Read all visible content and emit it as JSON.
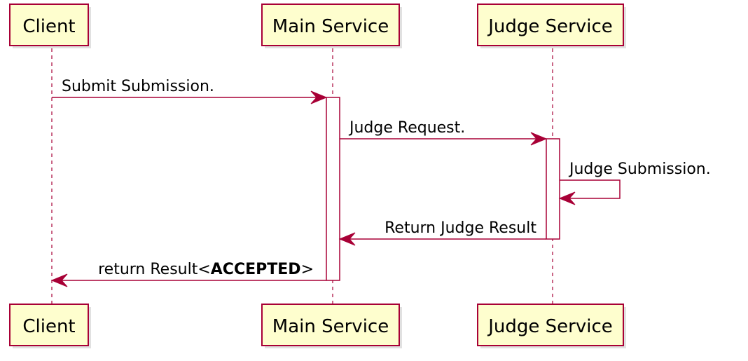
{
  "participants": {
    "client": "Client",
    "main": "Main Service",
    "judge": "Judge Service"
  },
  "messages": {
    "m1": "Submit Submission.",
    "m2": "Judge Request.",
    "m3": "Judge Submission.",
    "m4": "Return Judge Result",
    "m5_prefix": "return Result<",
    "m5_bold": "ACCEPTED",
    "m5_suffix": ">"
  },
  "colors": {
    "line": "#a80036",
    "participant_fill": "#fefece"
  }
}
